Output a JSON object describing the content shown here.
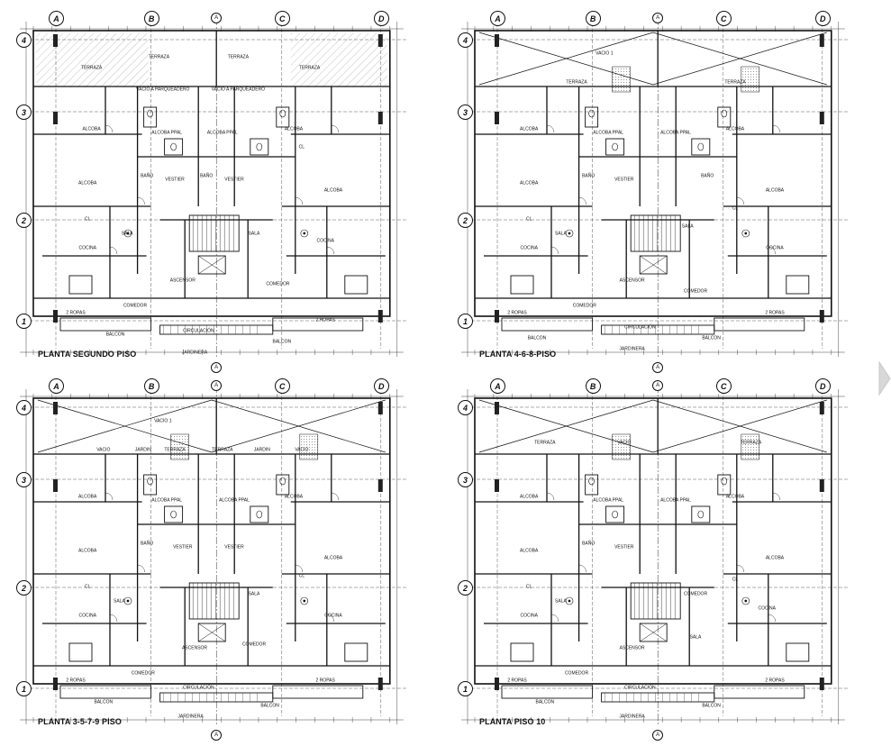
{
  "plans": [
    {
      "title": "PLANTA SEGUNDO PISO",
      "axes_col": [
        "A",
        "B",
        "C",
        "D"
      ],
      "axes_row": [
        "4",
        "3",
        "2",
        "1"
      ],
      "rooms": [
        "TERRAZA",
        "TERRAZA",
        "TERRAZA",
        "TERRAZA",
        "VACIO A PARQUEADERO",
        "VACIO A PARQUEADERO",
        "ALCOBA",
        "ALCOBA PPAL",
        "ALCOBA PPAL",
        "ALCOBA",
        "ALCOBA",
        "VESTIER",
        "VESTIER",
        "ALCOBA",
        "BAÑO",
        "BAÑO",
        "CL",
        "CL",
        "SALA",
        "SALA",
        "COCINA",
        "COCINA",
        "COMEDOR",
        "COMEDOR",
        "ASCENSOR",
        "CIRCULACIÓN",
        "BALCON",
        "BALCON",
        "JARDINERA",
        "2 ROPAS",
        "2 ROPAS"
      ]
    },
    {
      "title": "PLANTA 4-6-8-PISO",
      "axes_col": [
        "A",
        "B",
        "C",
        "D"
      ],
      "axes_row": [
        "4",
        "3",
        "2",
        "1"
      ],
      "rooms": [
        "VACIO 1",
        "TERRAZA",
        "TERRAZA",
        "ALCOBA",
        "ALCOBA PPAL",
        "ALCOBA PPAL",
        "ALCOBA",
        "BAÑO",
        "BAÑO",
        "VESTIER",
        "ALCOBA",
        "ALCOBA",
        "CL",
        "CL",
        "SALA",
        "SALA",
        "COCINA",
        "COCINA",
        "COMEDOR",
        "COMEDOR",
        "ASCENSOR",
        "CIRCULACIÓN",
        "BALCON",
        "BALCON",
        "JARDINERA",
        "2 ROPAS",
        "2 ROPAS"
      ]
    },
    {
      "title": "PLANTA 3-5-7-9 PISO",
      "axes_col": [
        "A",
        "B",
        "C",
        "D"
      ],
      "axes_row": [
        "4",
        "3",
        "2",
        "1"
      ],
      "rooms": [
        "VACIO 1",
        "VACIO",
        "JARDIN",
        "TERRAZA",
        "TERRAZA",
        "JARDIN",
        "VACIO",
        "ALCOBA",
        "ALCOBA PPAL",
        "ALCOBA PPAL",
        "ALCOBA",
        "BAÑO",
        "VESTIER",
        "VESTIER",
        "ALCOBA",
        "ALCOBA",
        "CL",
        "CL",
        "SALA",
        "SALA",
        "COCINA",
        "COCINA",
        "COMEDOR",
        "COMEDOR",
        "ASCENSOR",
        "CIRCULACIÓN",
        "BALCON",
        "BALCON",
        "JARDINERA",
        "2 ROPAS",
        "2 ROPAS"
      ]
    },
    {
      "title": "PLANTA PISO 10",
      "axes_col": [
        "A",
        "B",
        "C",
        "D"
      ],
      "axes_row": [
        "4",
        "3",
        "2",
        "1"
      ],
      "rooms": [
        "TERRAZA",
        "VACIO",
        "TERRAZA",
        "ALCOBA",
        "ALCOBA PPAL",
        "ALCOBA PPAL",
        "ALCOBA",
        "BAÑO",
        "VESTIER",
        "ALCOBA",
        "ALCOBA",
        "CL",
        "CL",
        "SALA",
        "SALA",
        "COCINA",
        "COCINA",
        "COMEDOR",
        "COMEDOR",
        "ASCENSOR",
        "CIRCULACIÓN",
        "BALCON",
        "BALCON",
        "JARDINERA",
        "2 ROPAS",
        "2 ROPAS"
      ]
    }
  ],
  "center_axis_label": "A",
  "colors": {
    "line": "#111111",
    "hatch": "#9a9a9a",
    "grid": "#cccccc",
    "button": "#d8d8d8"
  }
}
